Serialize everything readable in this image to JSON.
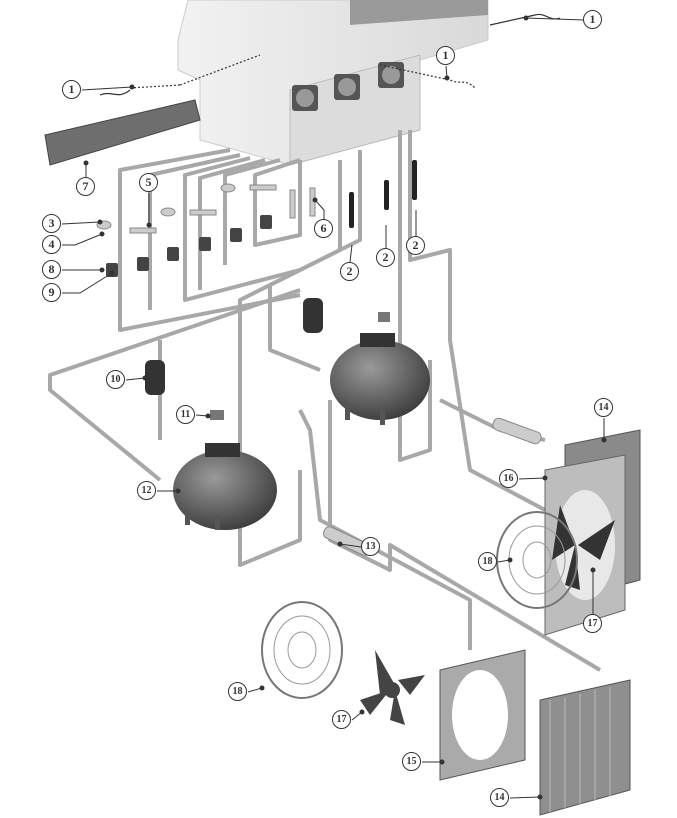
{
  "callouts": [
    "1",
    "1",
    "1",
    "7",
    "5",
    "3",
    "4",
    "8",
    "9",
    "6",
    "2",
    "2",
    "2",
    "10",
    "11",
    "12",
    "13",
    "14",
    "16",
    "18",
    "17",
    "18",
    "17",
    "15",
    "14"
  ],
  "colors": {
    "pipe": "#b8b8b8",
    "pipe_edge": "#8a8a8a",
    "body": "#e6e6e6",
    "dark": "#444444",
    "callout": "#333333"
  }
}
